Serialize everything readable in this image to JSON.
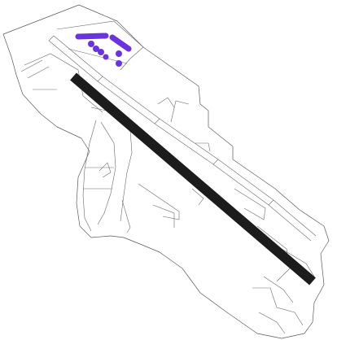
{
  "map": {
    "kind": "airport-ground-chart",
    "colors": {
      "background": "#ffffff",
      "outline": "#5a5a5a",
      "runway": "#1c1c1c",
      "parking": "#6a32e0"
    },
    "features": [
      "aerodrome-boundary",
      "runway",
      "taxiways",
      "aprons",
      "parking-stands"
    ]
  }
}
